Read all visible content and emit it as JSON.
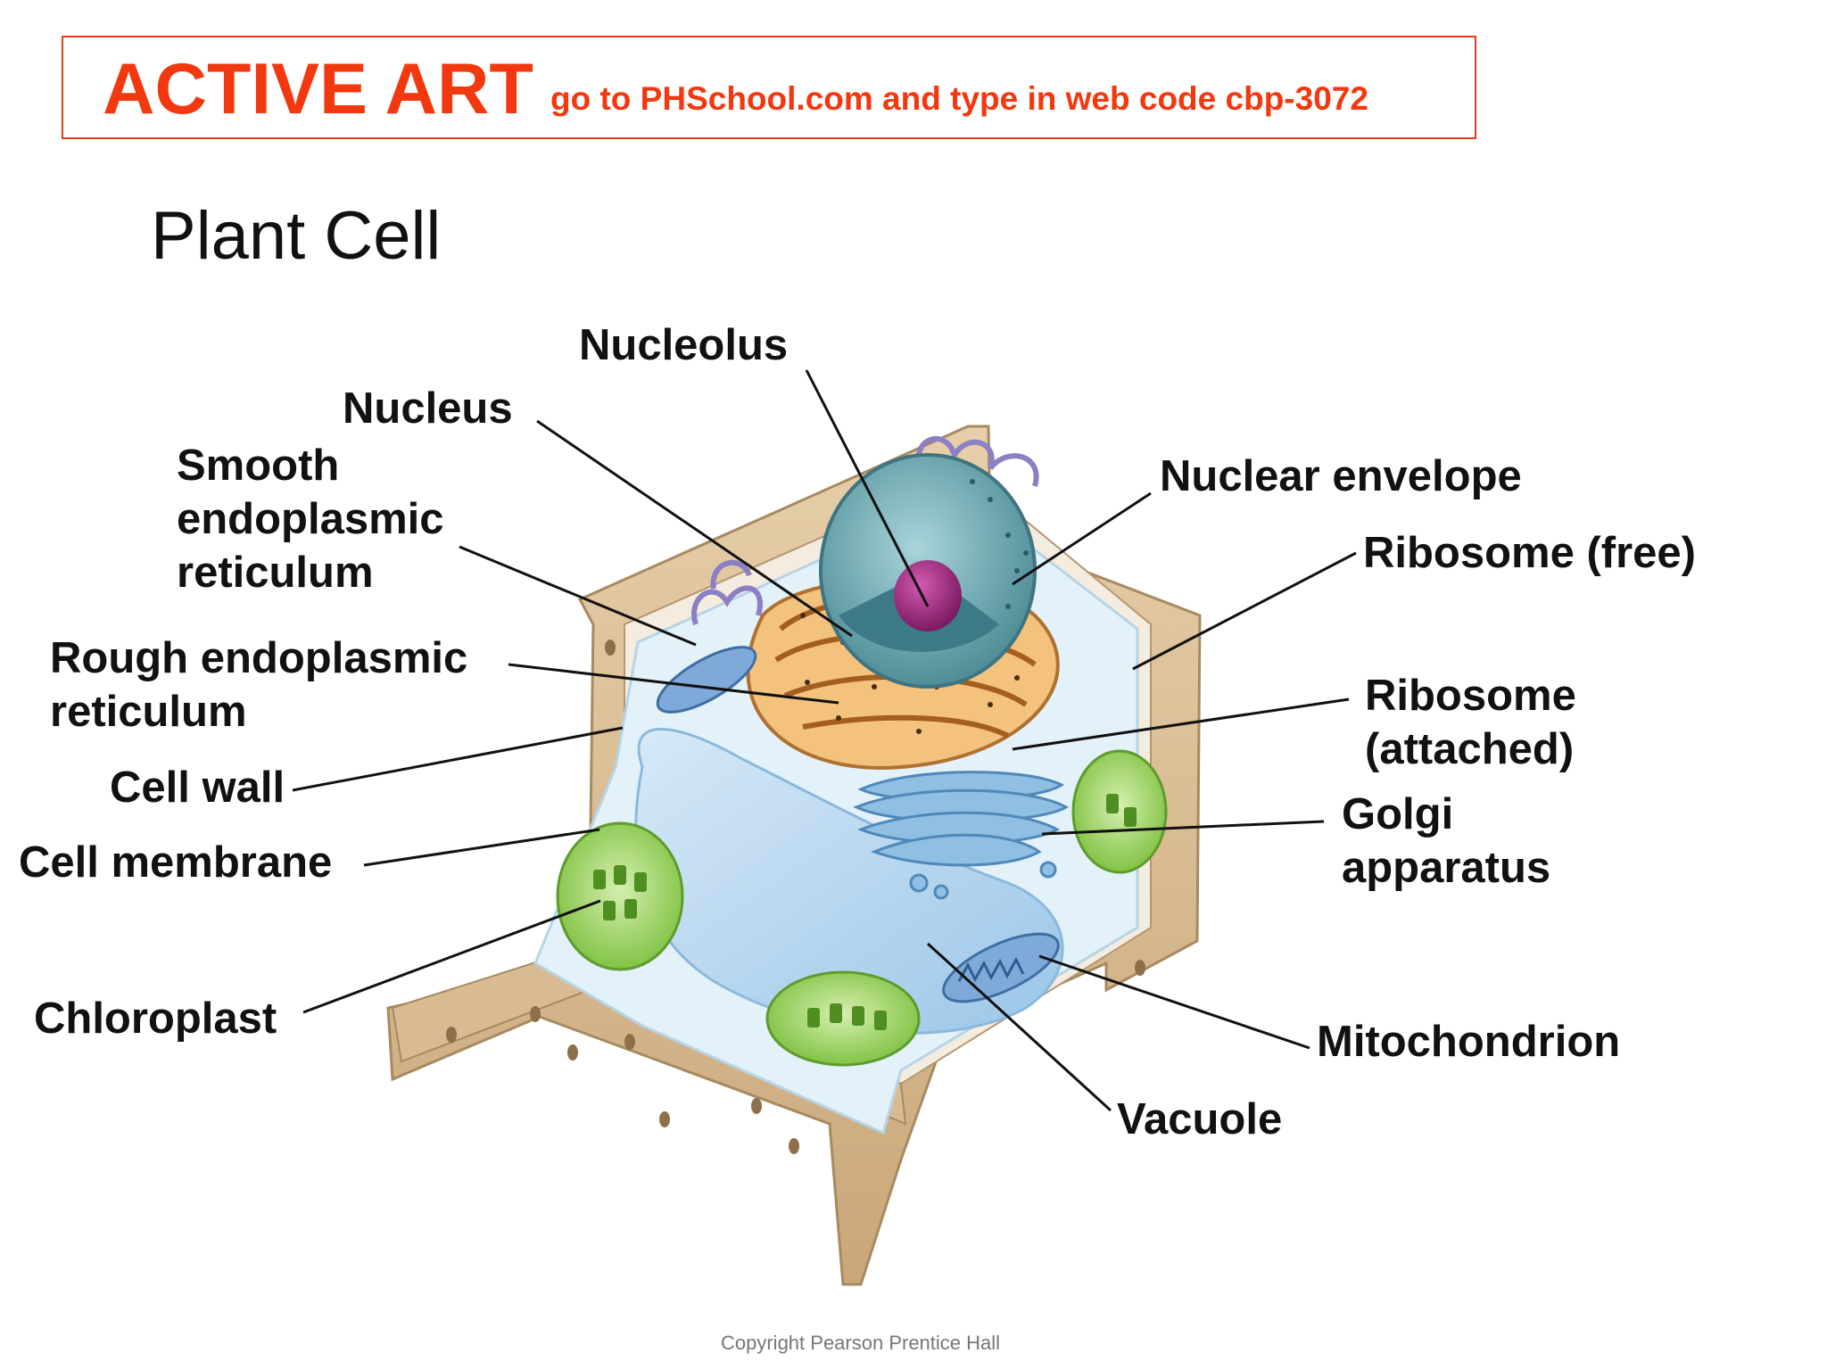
{
  "banner": {
    "title": "ACTIVE ART",
    "subtitle": "go to PHSchool.com and type in web code cbp-3072"
  },
  "title": "Plant Cell",
  "labels": {
    "nucleolus": "Nucleolus",
    "nucleus": "Nucleus",
    "smooth_er": "Smooth\nendoplasmic\nreticulum",
    "rough_er": "Rough endoplasmic\nreticulum",
    "cell_wall": "Cell wall",
    "cell_membrane": "Cell membrane",
    "chloroplast": "Chloroplast",
    "nuclear_envelope": "Nuclear envelope",
    "ribosome_free": "Ribosome (free)",
    "ribosome_attached": "Ribosome\n(attached)",
    "golgi": "Golgi\napparatus",
    "mitochondrion": "Mitochondrion",
    "vacuole": "Vacuole"
  },
  "copyright": "Copyright Pearson Prentice Hall",
  "colors": {
    "accent": "#f2380f",
    "wall": "#d8bb92",
    "cytoplasm": "#e3f1f8",
    "vacuole": "#b7d7ef",
    "nucleus": "#5f9ea8",
    "nucleolus": "#a3297f",
    "rough_er": "#d89a4c",
    "golgi": "#6ea4cf",
    "chloroplast": "#7bbf3c"
  }
}
